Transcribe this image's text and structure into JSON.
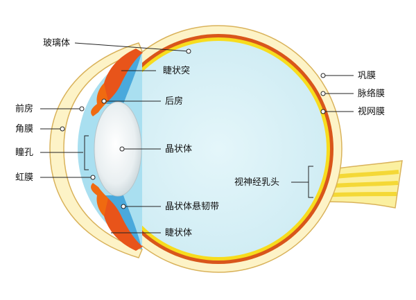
{
  "labels": {
    "vitreous": "玻璃体",
    "ciliary_process": "睫状突",
    "posterior_chamber": "后房",
    "anterior_chamber": "前房",
    "cornea": "角膜",
    "pupil": "瞳孔",
    "iris": "虹膜",
    "lens": "晶状体",
    "zonule": "晶状体悬韧带",
    "ciliary_body": "睫状体",
    "sclera": "巩膜",
    "choroid": "脉络膜",
    "retina": "视网膜",
    "optic_disc": "视神经乳头"
  },
  "colors": {
    "sclera": "#fdf3c7",
    "sclera_outline": "#d9b25a",
    "choroid": "#d9561b",
    "retina": "#f7dc1e",
    "vitreous": "#d7f0f6",
    "aqueous": "#a9dff0",
    "iris": "#f06a10",
    "lens": "#eef2f3",
    "optic_nerve": "#f9ec4a"
  }
}
